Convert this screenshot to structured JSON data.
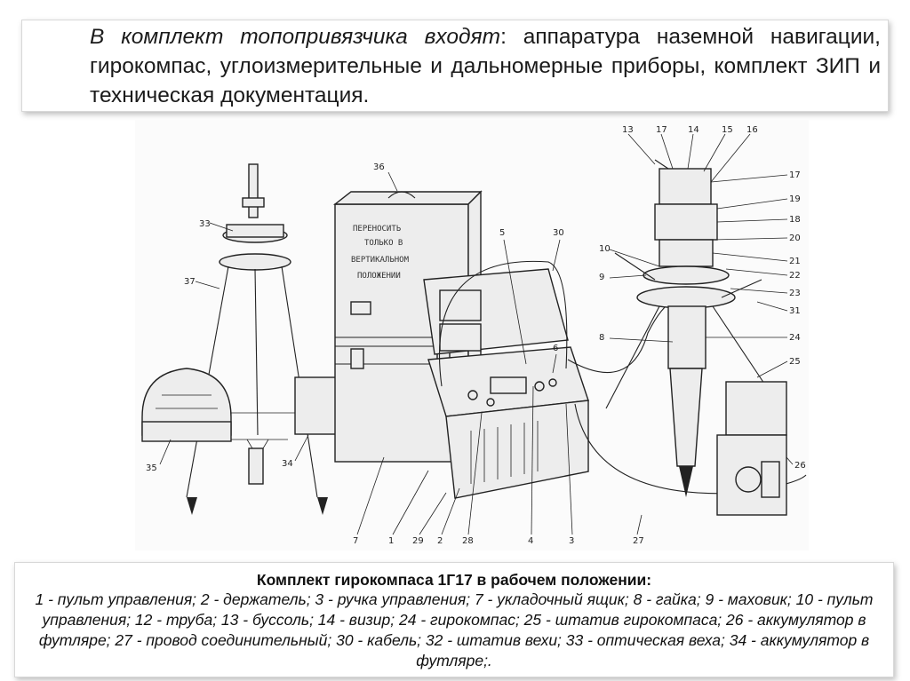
{
  "heading": {
    "lead": "В комплект топопривязчика входят",
    "rest": ": аппаратура наземной навигации, гирокомпас, углоизмерительные и дальномерные приборы, комплект ЗИП и техническая документация."
  },
  "figure": {
    "callouts": [
      "33",
      "37",
      "35",
      "34",
      "36",
      "7",
      "1",
      "29",
      "2",
      "28",
      "5",
      "30",
      "4",
      "3",
      "6",
      "13",
      "17",
      "14",
      "15",
      "16",
      "19",
      "18",
      "20",
      "21",
      "22",
      "10",
      "9",
      "23",
      "31",
      "8",
      "24",
      "25",
      "26",
      "27"
    ],
    "case_stencil": [
      "ПЕРЕНОСИТЬ",
      "ТОЛЬКО В",
      "ВЕРТИКАЛЬНОМ",
      "ПОЛОЖЕНИИ"
    ]
  },
  "caption": {
    "title": "Комплект гирокомпаса 1Г17 в рабочем положении:",
    "body": "1 - пульт управления; 2 - держатель; 3 - ручка управления; 7 - укладочный ящик; 8 - гайка; 9 - маховик; 10 - пульт управления; 12 - труба; 13 - буссоль; 14 - визир; 24 - гирокомпас; 25 - штатив гирокомпаса; 26 - аккумулятор в футляре; 27 - провод соединительный; 30 - кабель; 32 - штатив вехи; 33 - оптическая веха; 34 - аккумулятор в футляре;."
  }
}
